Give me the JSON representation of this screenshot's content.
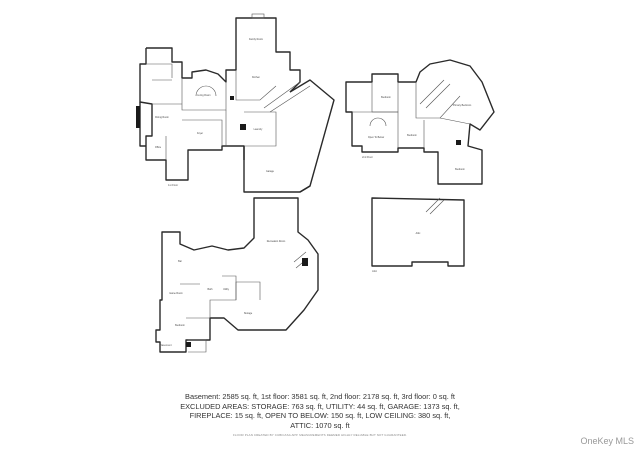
{
  "summary": {
    "line1": "Basement: 2585 sq. ft, 1st floor: 3581 sq. ft, 2nd floor: 2178 sq. ft, 3rd floor: 0 sq. ft",
    "line2": "EXCLUDED AREAS: STORAGE: 763 sq. ft, UTILITY: 44 sq. ft, GARAGE: 1373 sq. ft,",
    "line3": "FIREPLACE: 15 sq. ft, OPEN TO BELOW: 150 sq. ft, LOW CEILING: 380 sq. ft,",
    "line4": "ATTIC: 1070 sq. ft"
  },
  "disclaimer": "FLOOR PLAN CREATED BY CUBICASA APP. MEASUREMENTS DEEMED HIGHLY RELIABLE BUT NOT GUARANTEED.",
  "watermark": "OneKey MLS"
}
